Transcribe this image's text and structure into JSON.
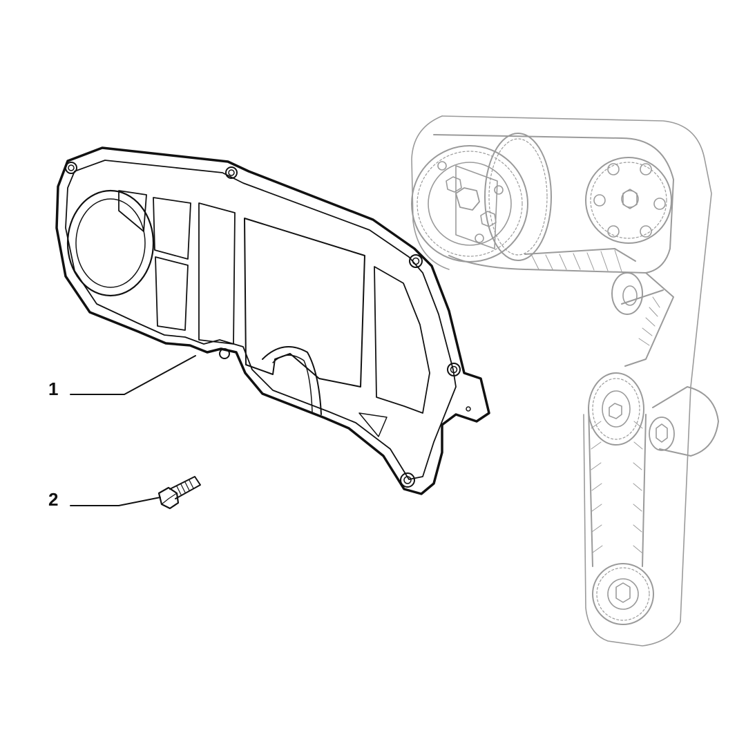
{
  "callouts": [
    {
      "number": "1",
      "part": "timing-belt-cover"
    },
    {
      "number": "2",
      "part": "bolt"
    }
  ],
  "colors": {
    "ink": "#111111",
    "ghost": "#9a9a9a",
    "background": "#ffffff"
  },
  "icons": {
    "cover": "timing-cover-icon",
    "bolt": "bolt-icon",
    "belt_assembly": "timing-belt-drive-icon"
  }
}
